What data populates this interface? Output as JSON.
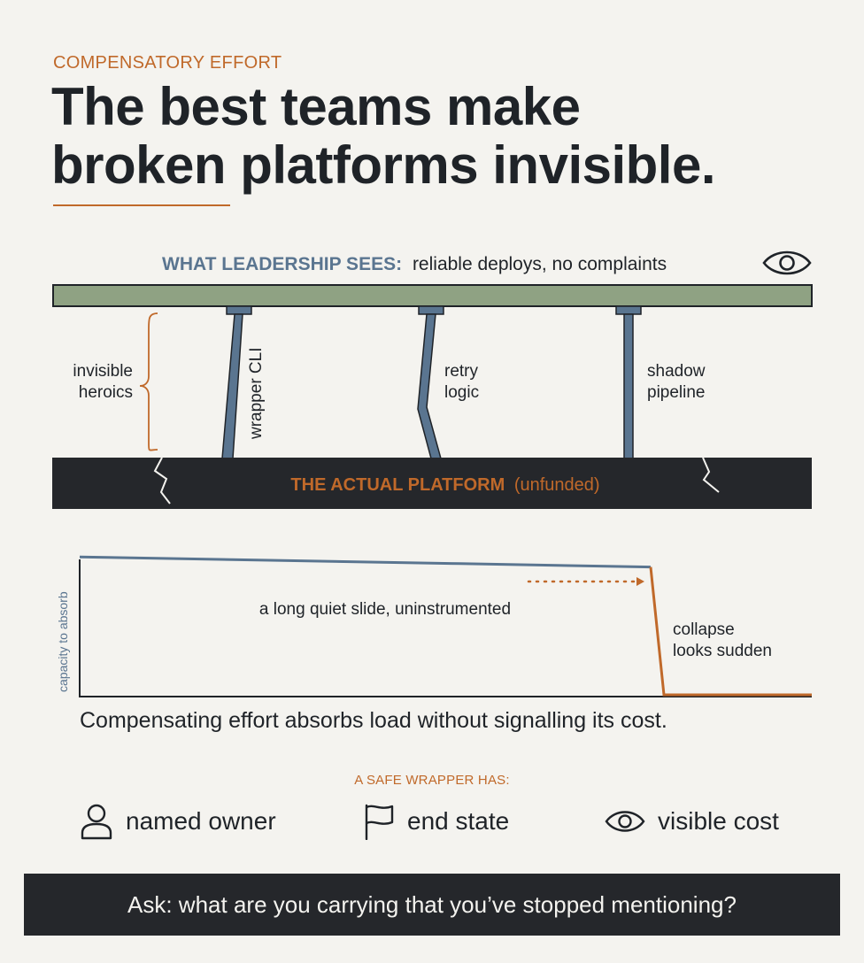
{
  "kicker": "COMPENSATORY EFFORT",
  "headline": {
    "line1": "The best teams make",
    "line2": "broken platforms invisible."
  },
  "leadership": {
    "label": "WHAT LEADERSHIP SEES:",
    "text": "reliable deploys, no complaints",
    "icon": "eye-icon"
  },
  "supports": {
    "bracket_label_1": "invisible",
    "bracket_label_2": "heroics",
    "items": [
      {
        "label": "wrapper CLI"
      },
      {
        "label_1": "retry",
        "label_2": "logic"
      },
      {
        "label_1": "shadow",
        "label_2": "pipeline"
      }
    ]
  },
  "platform": {
    "label": "THE ACTUAL PLATFORM",
    "suffix": "(unfunded)"
  },
  "chart": {
    "ylabel": "capacity to absorb",
    "slide_label": "a long quiet slide, uninstrumented",
    "collapse_label_1": "collapse",
    "collapse_label_2": "looks sudden"
  },
  "chart_data": {
    "type": "line",
    "title": "",
    "xlabel": "",
    "ylabel": "capacity to absorb",
    "series": [
      {
        "values": [
          0.82,
          0.8,
          0.78,
          0.76
        ]
      },
      {
        "values": [
          0.76,
          0.0,
          0.0
        ]
      }
    ],
    "annotations": [
      "a long quiet slide, uninstrumented",
      "collapse looks sudden"
    ],
    "grid": false
  },
  "caption": "Compensating effort absorbs load without signalling its cost.",
  "safe_wrapper": {
    "title": "A SAFE WRAPPER HAS:",
    "items": [
      {
        "label": "named owner",
        "icon": "person-icon"
      },
      {
        "label": "end state",
        "icon": "flag-icon"
      },
      {
        "label": "visible cost",
        "icon": "eye-icon"
      }
    ]
  },
  "banner": "Ask: what are you carrying that you’ve stopped mentioning?",
  "colors": {
    "accent": "#c0692a",
    "slate": "#5a7590",
    "sage": "#8fa283",
    "dark": "#25272b",
    "background": "#f4f3ef"
  }
}
